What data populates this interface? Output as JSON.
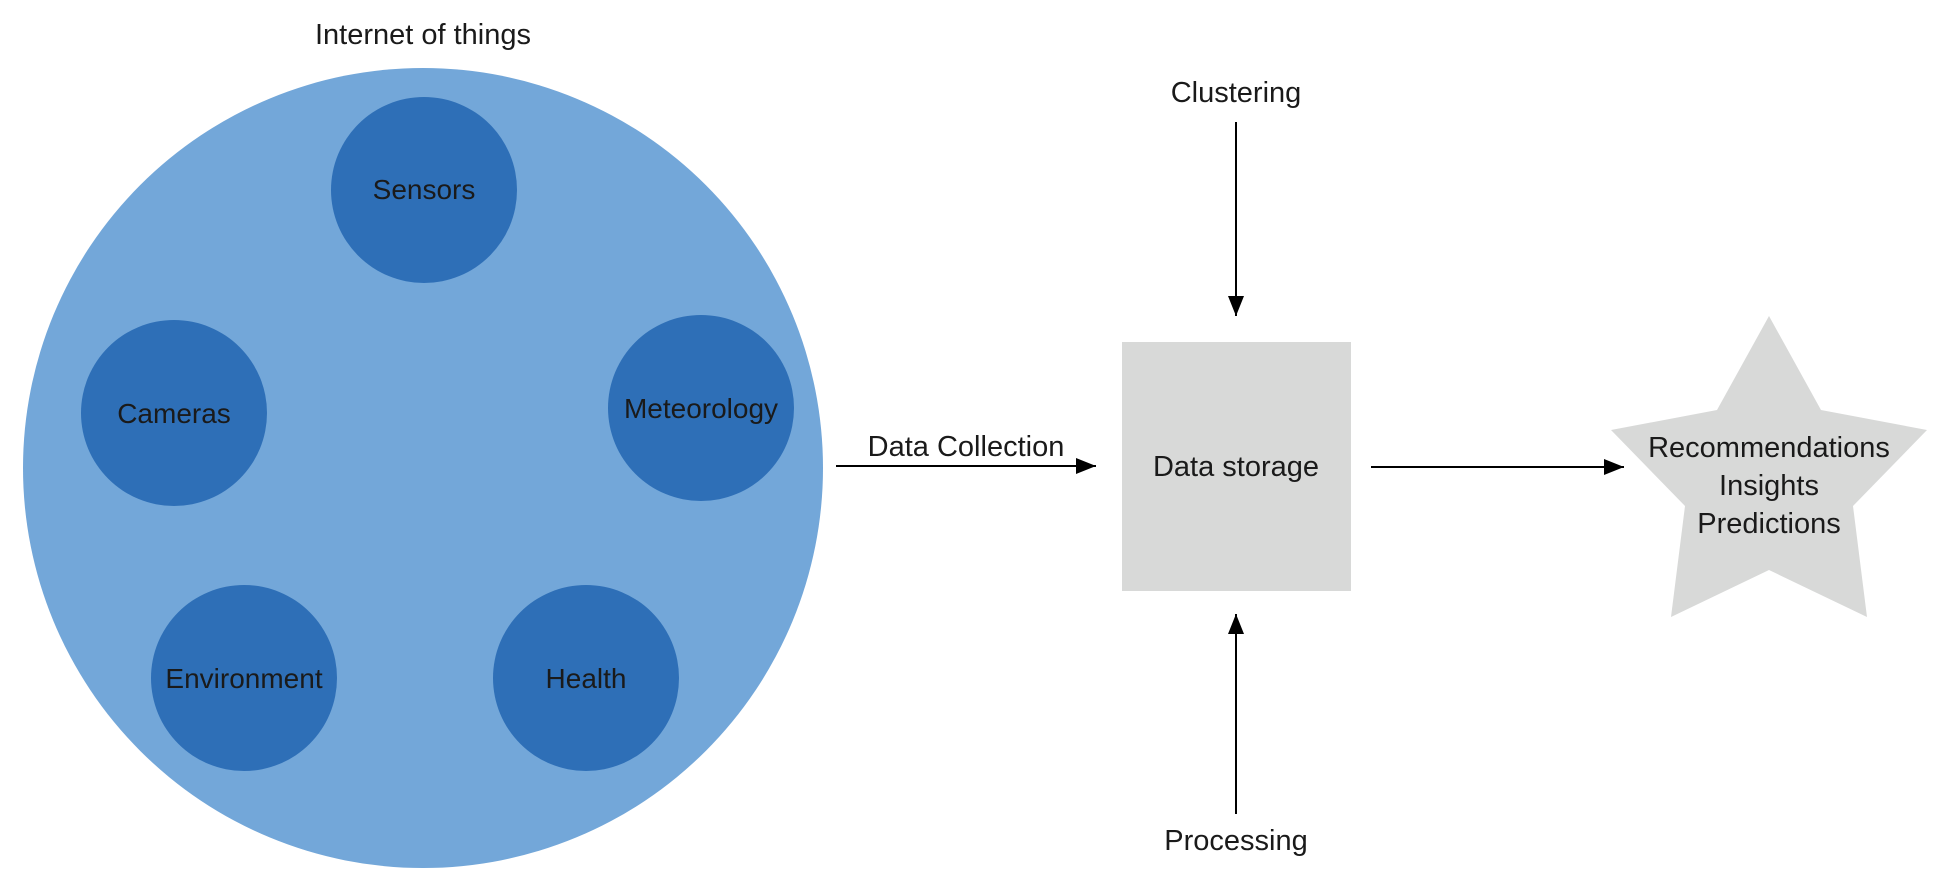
{
  "colors": {
    "big_circle": "#73a7d9",
    "small_circle": "#2e6fb7",
    "box": "#d8d9d8",
    "star": "#d8d9d8",
    "arrow": "#000000",
    "text": "#1a1a1a"
  },
  "iot": {
    "title": "Internet of things",
    "nodes": [
      {
        "key": "sensors",
        "label": "Sensors"
      },
      {
        "key": "cameras",
        "label": "Cameras"
      },
      {
        "key": "meteorology",
        "label": "Meteorology"
      },
      {
        "key": "environment",
        "label": "Environment"
      },
      {
        "key": "health",
        "label": "Health"
      }
    ]
  },
  "flow": {
    "collection_label": "Data Collection",
    "storage_label": "Data storage",
    "clustering_label": "Clustering",
    "processing_label": "Processing"
  },
  "outputs": {
    "lines": [
      "Recommendations",
      "Insights",
      "Predictions"
    ]
  }
}
